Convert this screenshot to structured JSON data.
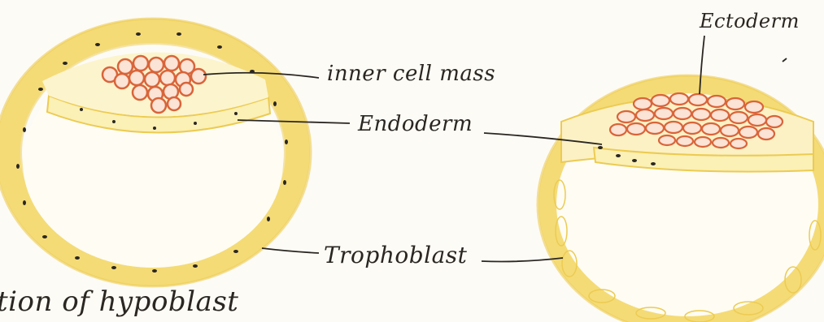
{
  "labels": {
    "inner_cell_mass": "inner cell mass",
    "endoderm": "Endoderm",
    "trophoblast": "Trophoblast",
    "ectoderm": "Ectoderm",
    "caption": "tion of hypoblast"
  },
  "colors": {
    "paper": "#fdfbf6",
    "membrane_yellow": "#f3d768",
    "membrane_fill": "#fbf0b5",
    "cell_mass_orange": "#d9643a",
    "ink": "#2a2622"
  }
}
